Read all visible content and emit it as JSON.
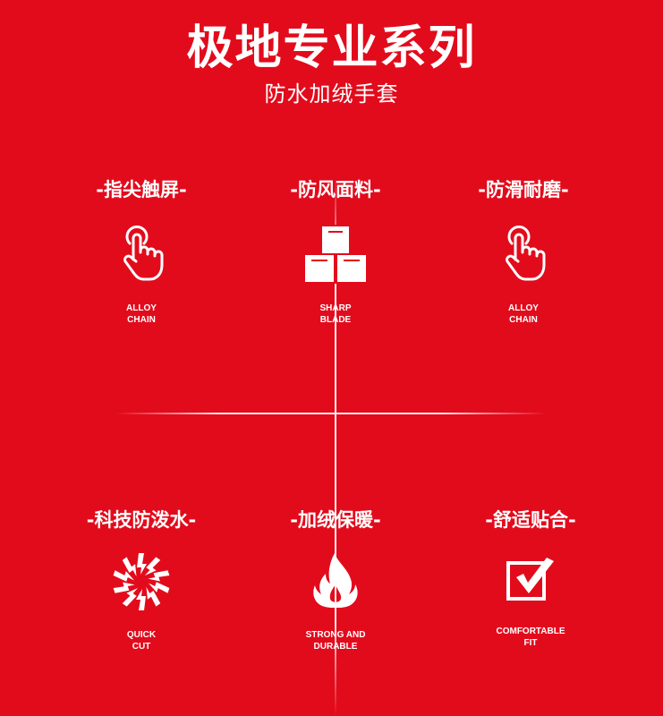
{
  "header": {
    "title": "极地专业系列",
    "subtitle": "防水加绒手套"
  },
  "features": [
    {
      "heading": "-指尖触屏-",
      "icon": "touch-finger-icon",
      "label_line1": "ALLOY",
      "label_line2": "CHAIN"
    },
    {
      "heading": "-防风面料-",
      "icon": "boxes-icon",
      "label_line1": "SHARP",
      "label_line2": "BLADE"
    },
    {
      "heading": "-防滑耐磨-",
      "icon": "touch-finger-icon",
      "label_line1": "ALLOY",
      "label_line2": "CHAIN"
    },
    {
      "heading": "-科技防泼水-",
      "icon": "starburst-icon",
      "label_line1": "QUICK",
      "label_line2": "CUT"
    },
    {
      "heading": "-加绒保暖-",
      "icon": "flame-icon",
      "label_line1": "STRONG AND",
      "label_line2": "DURABLE"
    },
    {
      "heading": "-舒适贴合-",
      "icon": "checkbox-icon",
      "label_line1": "COMFORTABLE",
      "label_line2": "FIT"
    }
  ],
  "colors": {
    "background": "#e20b1c",
    "foreground": "#ffffff"
  }
}
